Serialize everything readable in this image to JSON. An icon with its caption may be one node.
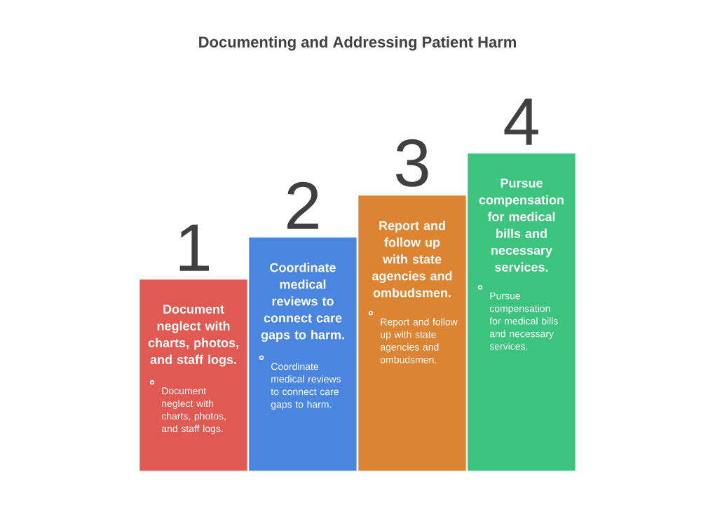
{
  "diagram": {
    "title": "Documenting and Addressing Patient Harm",
    "nodes": [
      {
        "text": [
          "Document neglect with charts, photos, and staff logs.",
          "Document neglect with charts, photos, and staff logs."
        ],
        "beside": [
          "1"
        ]
      },
      {
        "text": [
          "Coordinate medical reviews to connect care gaps to harm.",
          "Coordinate medical reviews to connect care gaps to harm."
        ],
        "beside": [
          "2"
        ]
      },
      {
        "text": [
          "Report and follow up with state agencies and ombudsmen.",
          "Report and follow up with state agencies and ombudsmen."
        ],
        "beside": [
          "3"
        ]
      },
      {
        "text": [
          "Pursue compensation for medical bills and necessary services.",
          "Pursue compensation for medical bills and necessary services."
        ],
        "beside": [
          "4"
        ]
      }
    ]
  }
}
